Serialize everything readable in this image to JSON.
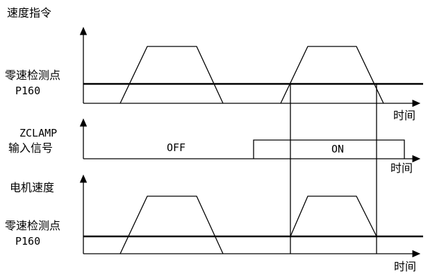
{
  "labels": {
    "speed_command": "速度指令",
    "zero_speed_1": "零速检测点",
    "p160_1": "P160",
    "time_1": "时间",
    "zclamp": "ZCLAMP",
    "input_signal": "输入信号",
    "off": "OFF",
    "on": "ON",
    "time_2": "时间",
    "motor_speed": "电机速度",
    "zero_speed_2": "零速检测点",
    "p160_2": "P160",
    "time_3": "时间"
  }
}
